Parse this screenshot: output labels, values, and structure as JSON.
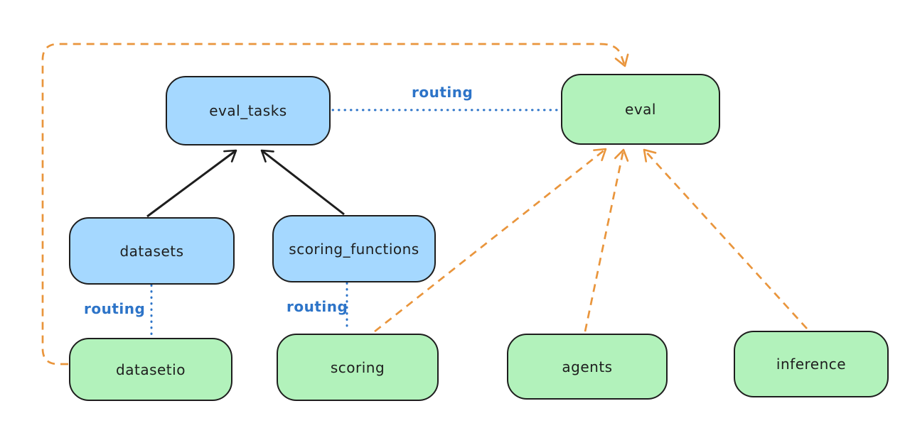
{
  "diagram": {
    "title": "",
    "colors": {
      "api_fill_blue": "#a5d8ff",
      "provider_fill_green": "#b2f2bb",
      "node_stroke": "#1e1e1e",
      "routing_blue": "#2d74c8",
      "dependency_orange": "#e9953c",
      "background": "#ffffff"
    },
    "nodes": [
      {
        "id": "eval_tasks",
        "label": "eval_tasks",
        "fill": "blue"
      },
      {
        "id": "eval",
        "label": "eval",
        "fill": "green"
      },
      {
        "id": "datasets",
        "label": "datasets",
        "fill": "blue"
      },
      {
        "id": "scoring_functions",
        "label": "scoring_functions",
        "fill": "blue"
      },
      {
        "id": "datasetio",
        "label": "datasetio",
        "fill": "green"
      },
      {
        "id": "scoring",
        "label": "scoring",
        "fill": "green"
      },
      {
        "id": "agents",
        "label": "agents",
        "fill": "green"
      },
      {
        "id": "inference",
        "label": "inference",
        "fill": "green"
      }
    ],
    "edges": [
      {
        "from": "datasets",
        "to": "eval_tasks",
        "style": "solid-arrow",
        "color": "black",
        "label": ""
      },
      {
        "from": "scoring_functions",
        "to": "eval_tasks",
        "style": "solid-arrow",
        "color": "black",
        "label": ""
      },
      {
        "from": "eval_tasks",
        "to": "eval",
        "style": "dotted",
        "color": "blue",
        "label": "routing"
      },
      {
        "from": "datasets",
        "to": "datasetio",
        "style": "dotted",
        "color": "blue",
        "label": "routing"
      },
      {
        "from": "scoring_functions",
        "to": "scoring",
        "style": "dotted",
        "color": "blue",
        "label": "routing"
      },
      {
        "from": "datasetio",
        "to": "eval",
        "style": "dashed-arrow",
        "color": "orange",
        "label": ""
      },
      {
        "from": "scoring",
        "to": "eval",
        "style": "dashed-arrow",
        "color": "orange",
        "label": ""
      },
      {
        "from": "agents",
        "to": "eval",
        "style": "dashed-arrow",
        "color": "orange",
        "label": ""
      },
      {
        "from": "inference",
        "to": "eval",
        "style": "dashed-arrow",
        "color": "orange",
        "label": ""
      }
    ]
  }
}
